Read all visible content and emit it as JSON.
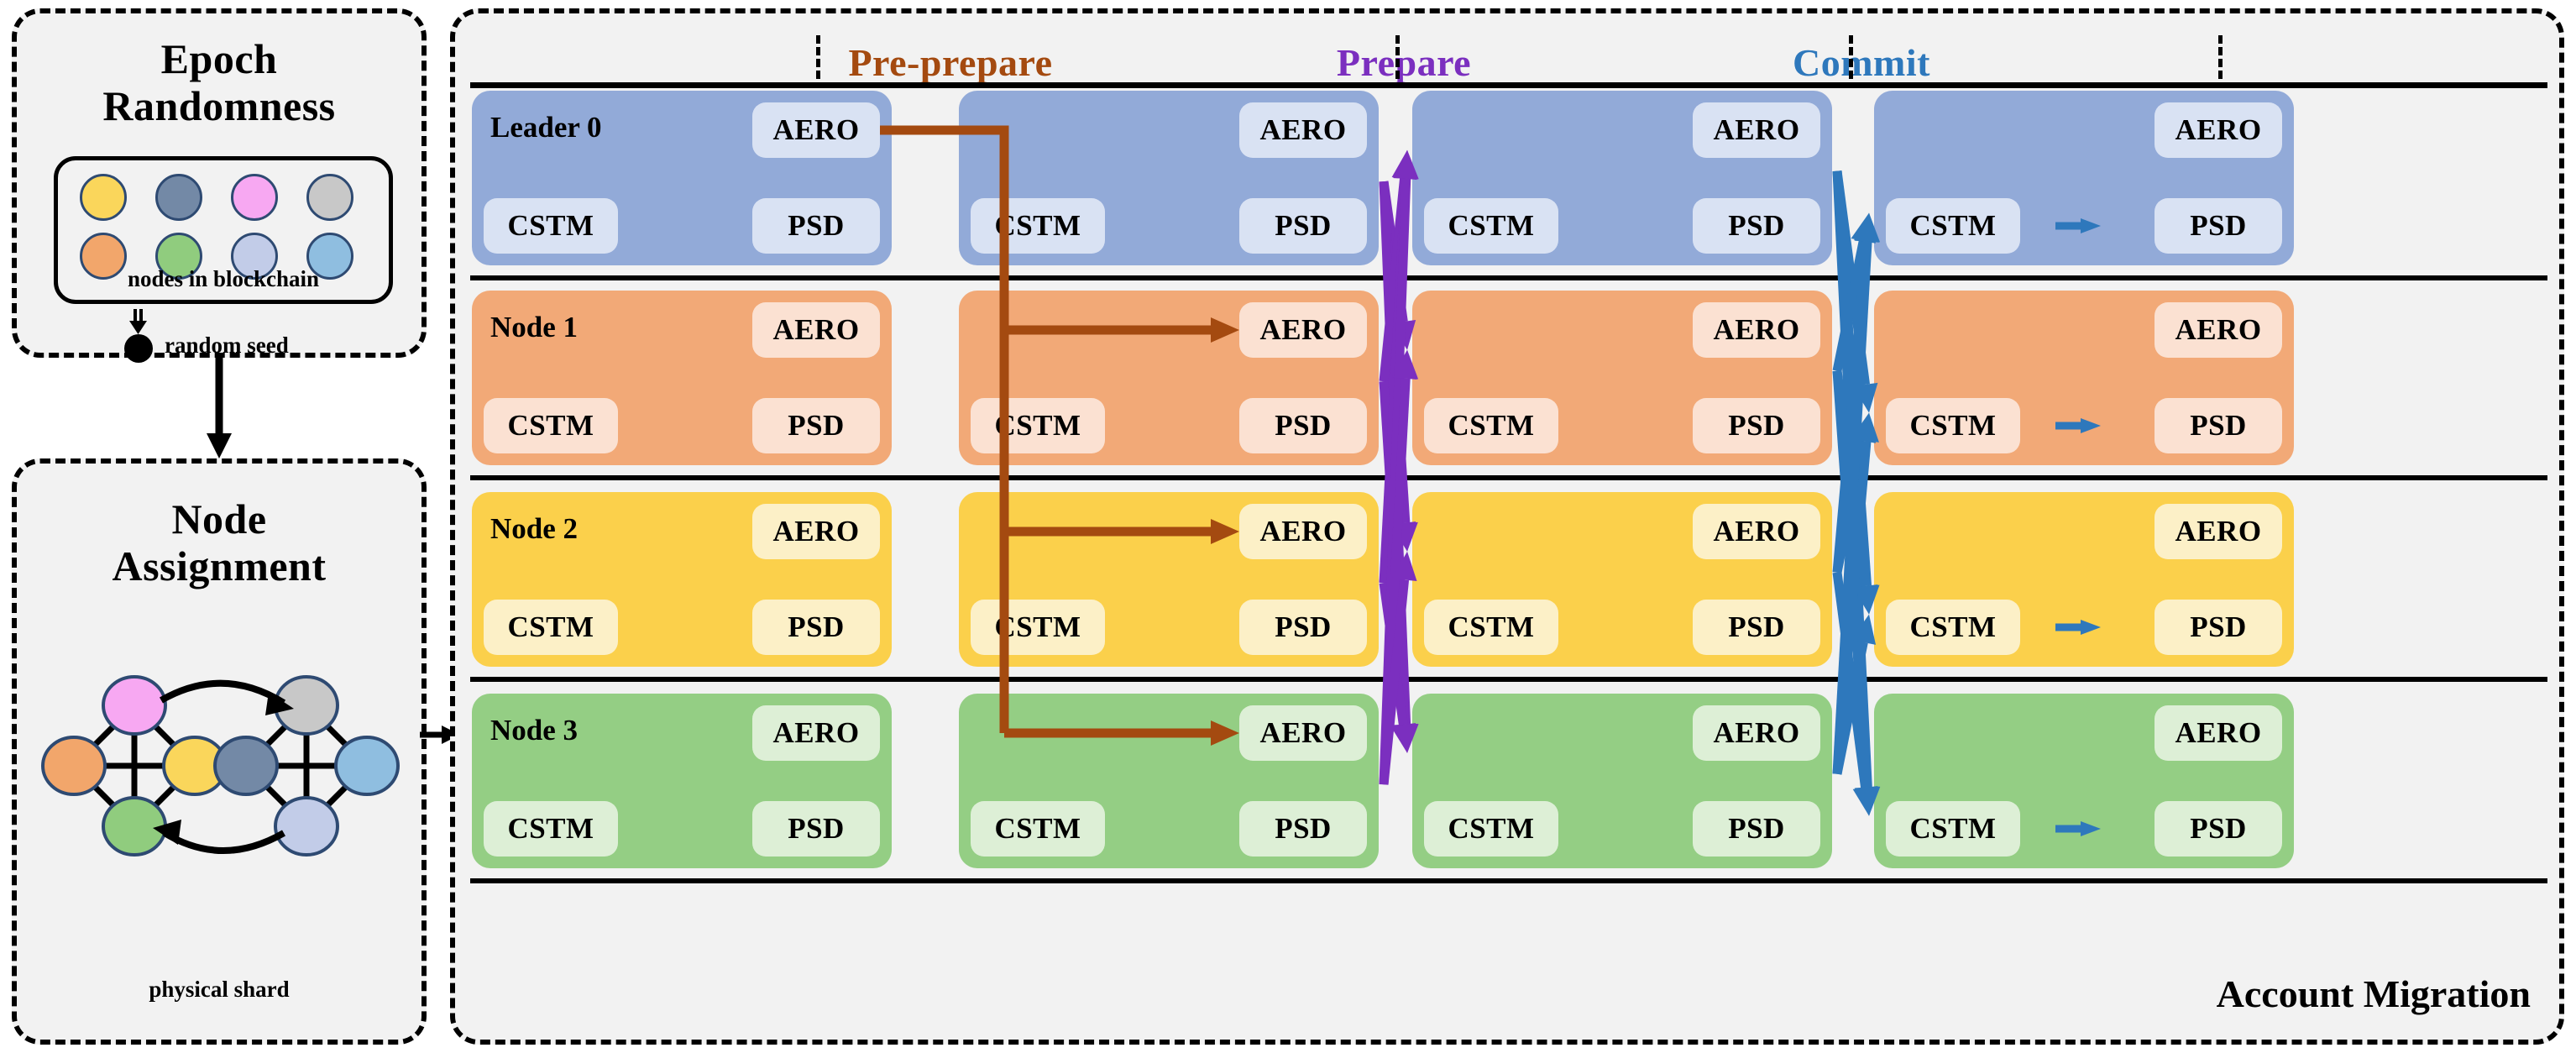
{
  "left": {
    "epoch": {
      "title": "Epoch\nRandomness",
      "title_line1": "Epoch",
      "title_line2": "Randomness",
      "nodes_caption": "nodes in blockchain",
      "seed_label": "random seed",
      "node_colors": [
        "#FAD65B",
        "#7389A6",
        "#F7A8F2",
        "#C8C8C8",
        "#F2A66B",
        "#90CC7E",
        "#C2CCE8",
        "#8FBEE0"
      ],
      "seed_color": "#000000"
    },
    "assignment": {
      "title_line1": "Node",
      "title_line2": "Assignment",
      "shard_caption": "physical shard",
      "shard_a_colors": [
        "#F7A8F2",
        "#F2A66B",
        "#FAD65B",
        "#90CC7E"
      ],
      "shard_b_colors": [
        "#C8C8C8",
        "#7389A6",
        "#8FBEE0",
        "#C2CCE8"
      ]
    }
  },
  "main": {
    "phases": [
      {
        "label": "Pre-prepare",
        "color": "#A44A10"
      },
      {
        "label": "Prepare",
        "color": "#7B2FBF"
      },
      {
        "label": "Commit",
        "color": "#2E78BC"
      }
    ],
    "footer_label": "Account Migration",
    "chip_labels": {
      "aero": "AERO",
      "cstm": "CSTM",
      "psd": "PSD"
    },
    "rows": [
      {
        "label": "Leader 0",
        "fill": "#92AAD8",
        "chip_fill": "#D9E2F3",
        "columns": [
          {
            "show_label": true,
            "migration_arrow": false
          },
          {
            "show_label": false,
            "migration_arrow": false
          },
          {
            "show_label": false,
            "migration_arrow": false
          },
          {
            "show_label": false,
            "migration_arrow": true
          }
        ]
      },
      {
        "label": "Node 1",
        "fill": "#F2A977",
        "chip_fill": "#FBE1D2",
        "columns": [
          {
            "show_label": true,
            "migration_arrow": false
          },
          {
            "show_label": false,
            "migration_arrow": false
          },
          {
            "show_label": false,
            "migration_arrow": false
          },
          {
            "show_label": false,
            "migration_arrow": true
          }
        ]
      },
      {
        "label": "Node 2",
        "fill": "#FBD04B",
        "chip_fill": "#FCF0C7",
        "columns": [
          {
            "show_label": true,
            "migration_arrow": false
          },
          {
            "show_label": false,
            "migration_arrow": false
          },
          {
            "show_label": false,
            "migration_arrow": false
          },
          {
            "show_label": false,
            "migration_arrow": true
          }
        ]
      },
      {
        "label": "Node 3",
        "fill": "#94CE84",
        "chip_fill": "#DDEFD6",
        "columns": [
          {
            "show_label": true,
            "migration_arrow": false
          },
          {
            "show_label": false,
            "migration_arrow": false
          },
          {
            "show_label": false,
            "migration_arrow": false
          },
          {
            "show_label": false,
            "migration_arrow": true
          }
        ]
      }
    ],
    "message_flows": {
      "pre_prepare": {
        "from": "Leader 0",
        "to": [
          "Node 1",
          "Node 2",
          "Node 3"
        ],
        "color": "#A44A10"
      },
      "prepare": {
        "pattern": "all-to-all",
        "color": "#7B2FBF"
      },
      "commit": {
        "pattern": "all-to-all",
        "color": "#2E78BC"
      }
    }
  }
}
